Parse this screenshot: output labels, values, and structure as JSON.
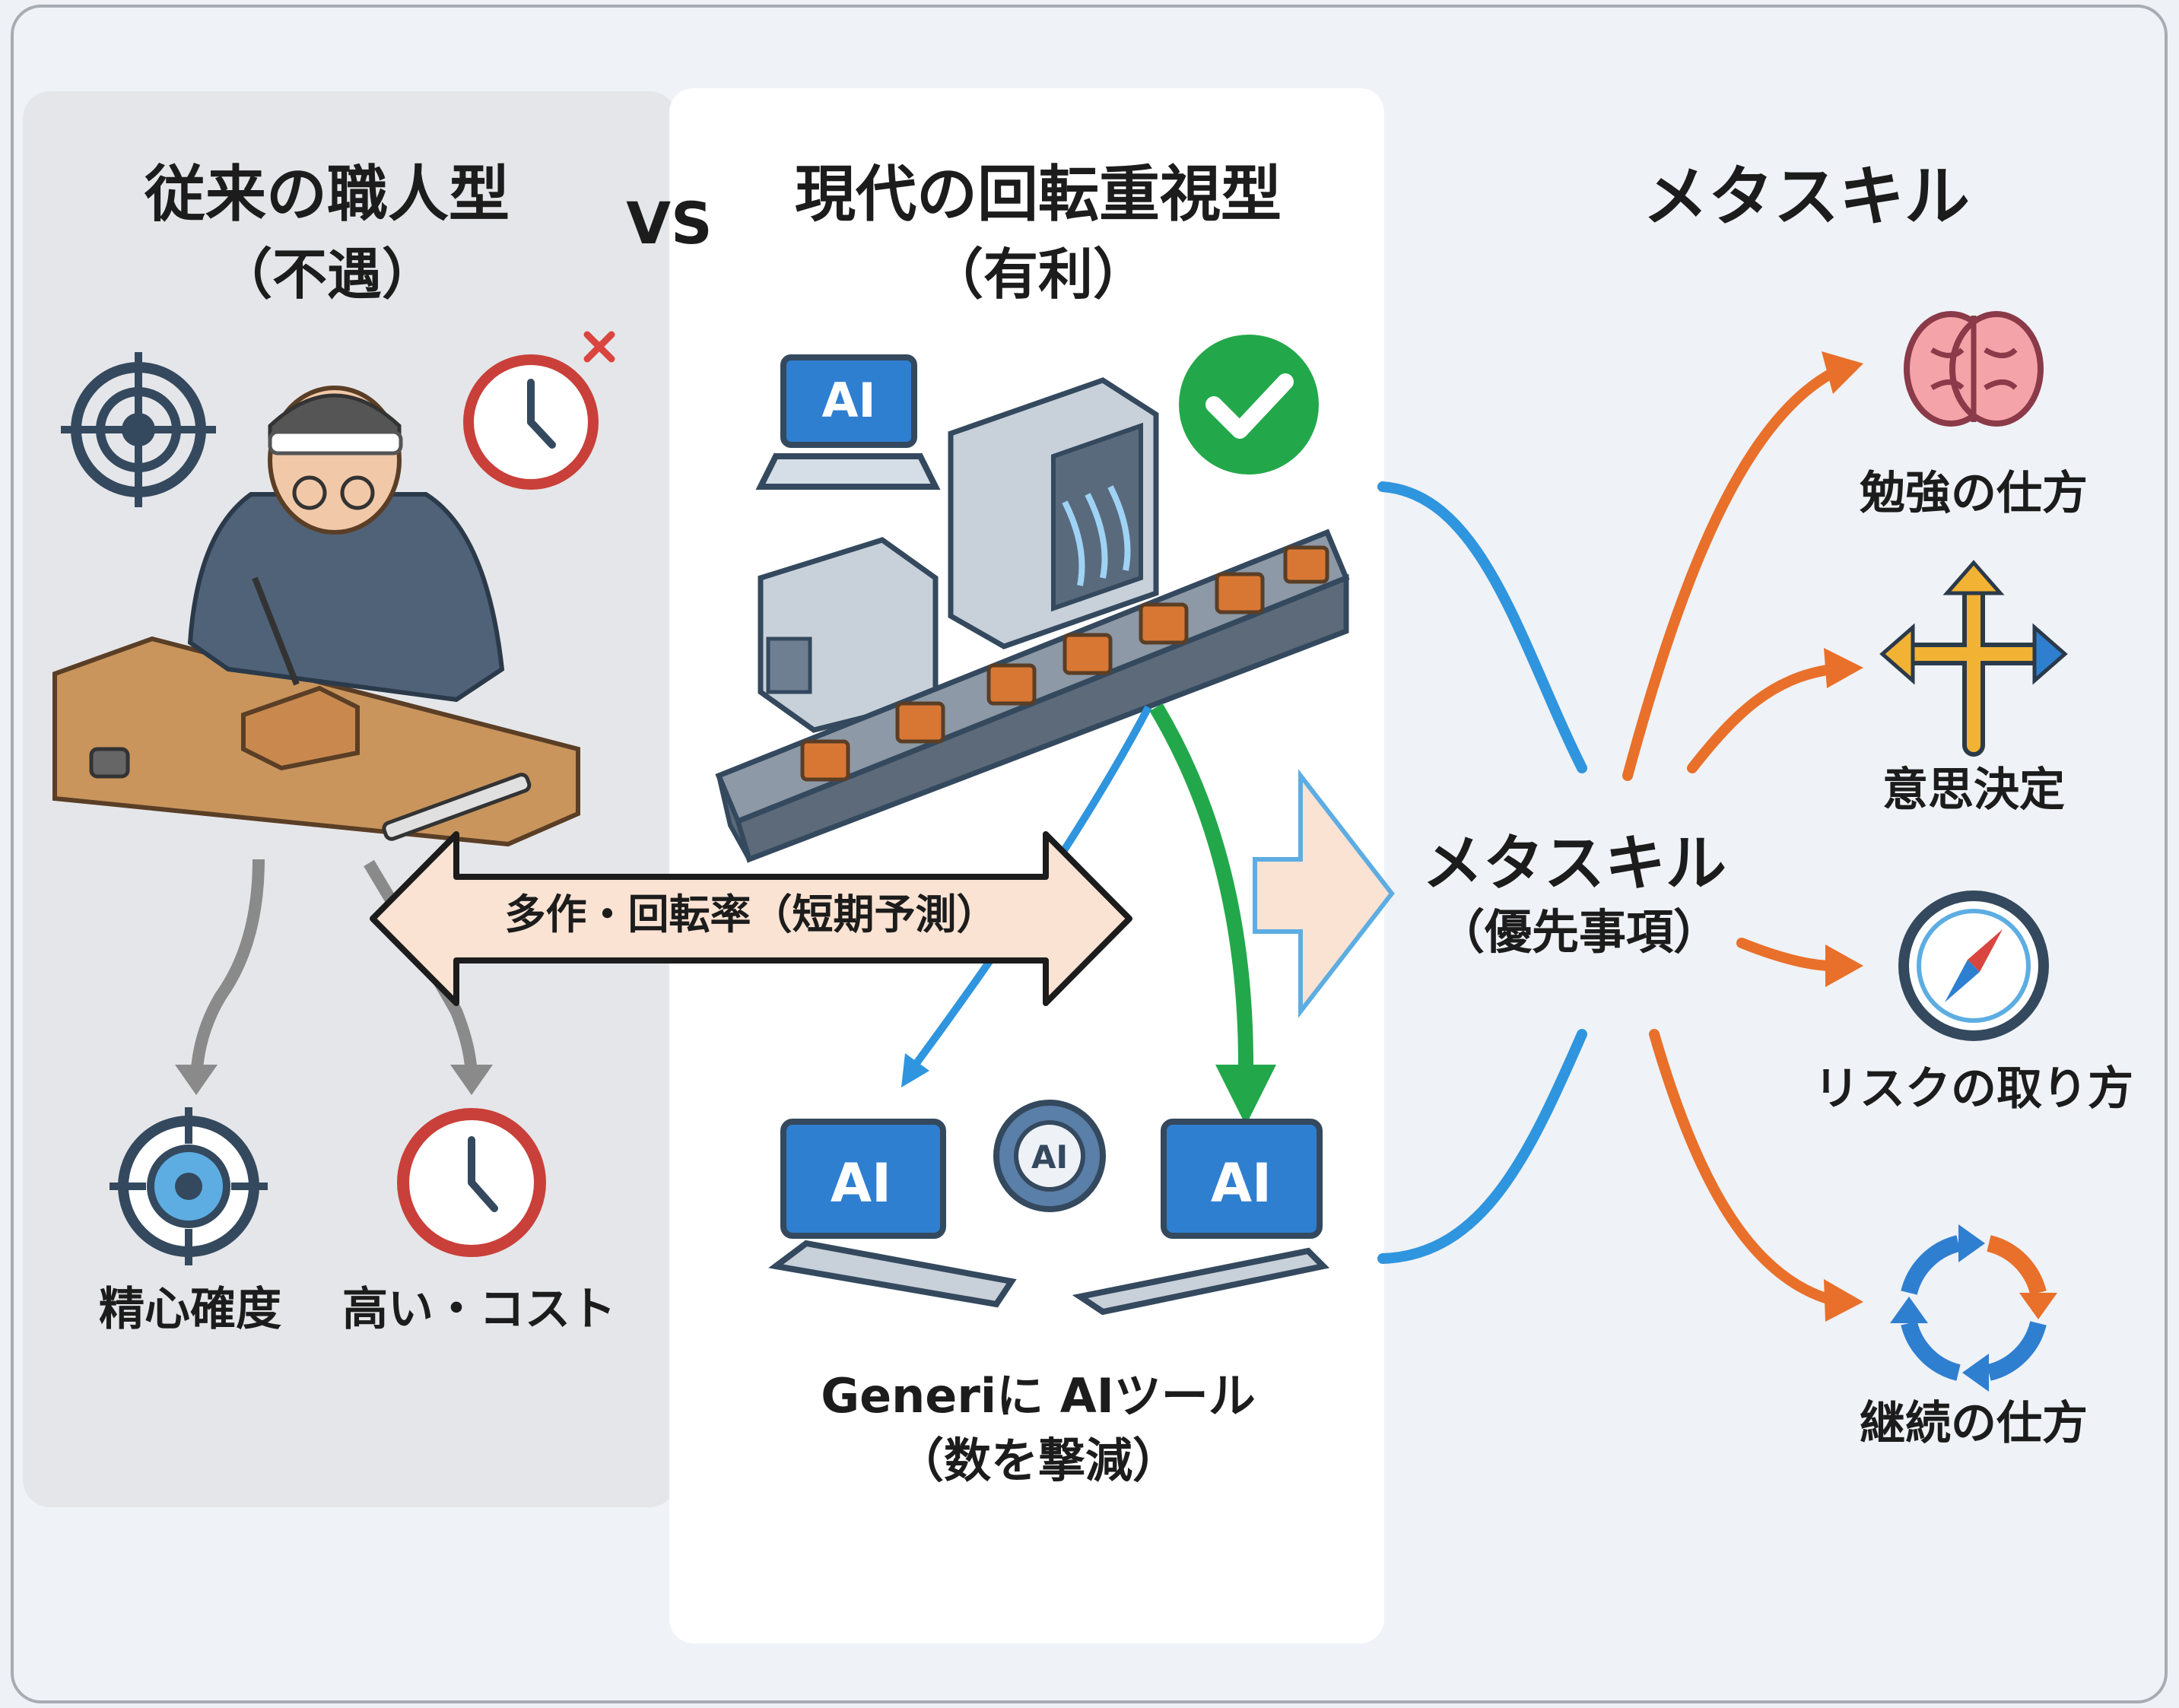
{
  "left": {
    "title": "従来の職人型",
    "subtitle": "（不遇）",
    "precision_label": "精心確度",
    "cost_label": "高い・コスト"
  },
  "versus": "VS",
  "middle": {
    "title": "現代の回転重視型",
    "subtitle": "（有利）",
    "arrow_label": "多作・回転率（短期予測）",
    "ai_label": "AI",
    "tools_label": "Generiに AIツール",
    "tools_sub": "（数を撃減）"
  },
  "right": {
    "header": "メタスキル",
    "center_title": "メタスキル",
    "center_sub": "（優先事項）",
    "items": [
      {
        "label": "勉強の仕方",
        "icon": "brain-icon"
      },
      {
        "label": "意思決定",
        "icon": "branching-arrows-icon"
      },
      {
        "label": "リスクの取り方",
        "icon": "compass-icon"
      },
      {
        "label": "継続の仕方",
        "icon": "cycle-arrows-icon"
      }
    ]
  },
  "colors": {
    "blue": "#2f95de",
    "orange": "#e8702a",
    "green": "#22a84a",
    "dark": "#34495e",
    "red": "#c9403a",
    "peach": "#fbe3d3"
  }
}
